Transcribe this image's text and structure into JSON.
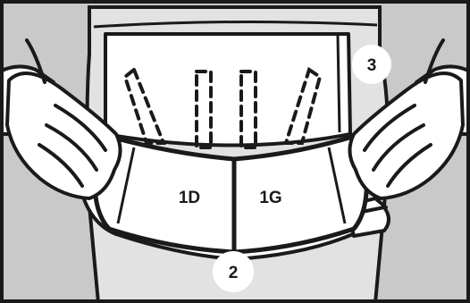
{
  "colors": {
    "background": "#c9c9c9",
    "ink": "#1a1a1a",
    "paper": "#ffffff"
  },
  "labels": {
    "back_panel": "3",
    "front_left": "1D",
    "front_right": "1G",
    "bottom_strap": "2"
  }
}
